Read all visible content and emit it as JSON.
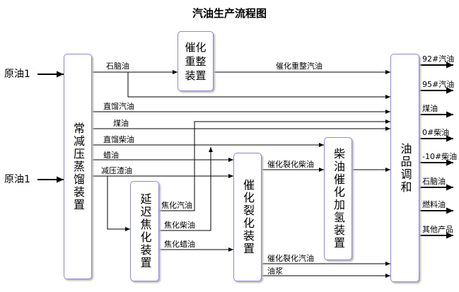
{
  "title": "汽油生产流程图",
  "inputs": {
    "crude_top": "原油1",
    "crude_bottom": "原油1"
  },
  "units": {
    "atmospheric_vacuum": "常减压蒸馏装置",
    "catalytic_reforming": "催化\n重整\n装置",
    "delayed_coking": "延迟焦化装置",
    "catalytic_cracking": "催化裂化装置",
    "diesel_hydro": "柴油催化加氢装置",
    "blending": "油品调和"
  },
  "streams": {
    "naphtha": "石脑油",
    "reformed_gasoline": "催化重整汽油",
    "straight_gasoline": "直馏汽油",
    "kerosene": "煤油",
    "straight_diesel": "直馏柴油",
    "wax_oil": "蜡油",
    "vacuum_residue": "减压渣油",
    "cracked_diesel": "催化裂化柴油",
    "coker_gasoline": "焦化汽油",
    "coker_diesel": "焦化柴油",
    "coker_wax": "焦化蜡油",
    "cracked_gasoline": "催化裂化汽油",
    "slurry_oil": "油浆"
  },
  "products": [
    "92#汽油",
    "95#汽油",
    "煤油",
    "0#柴油",
    "-10#柴油",
    "石脑油",
    "燃料油",
    "其他产品"
  ]
}
